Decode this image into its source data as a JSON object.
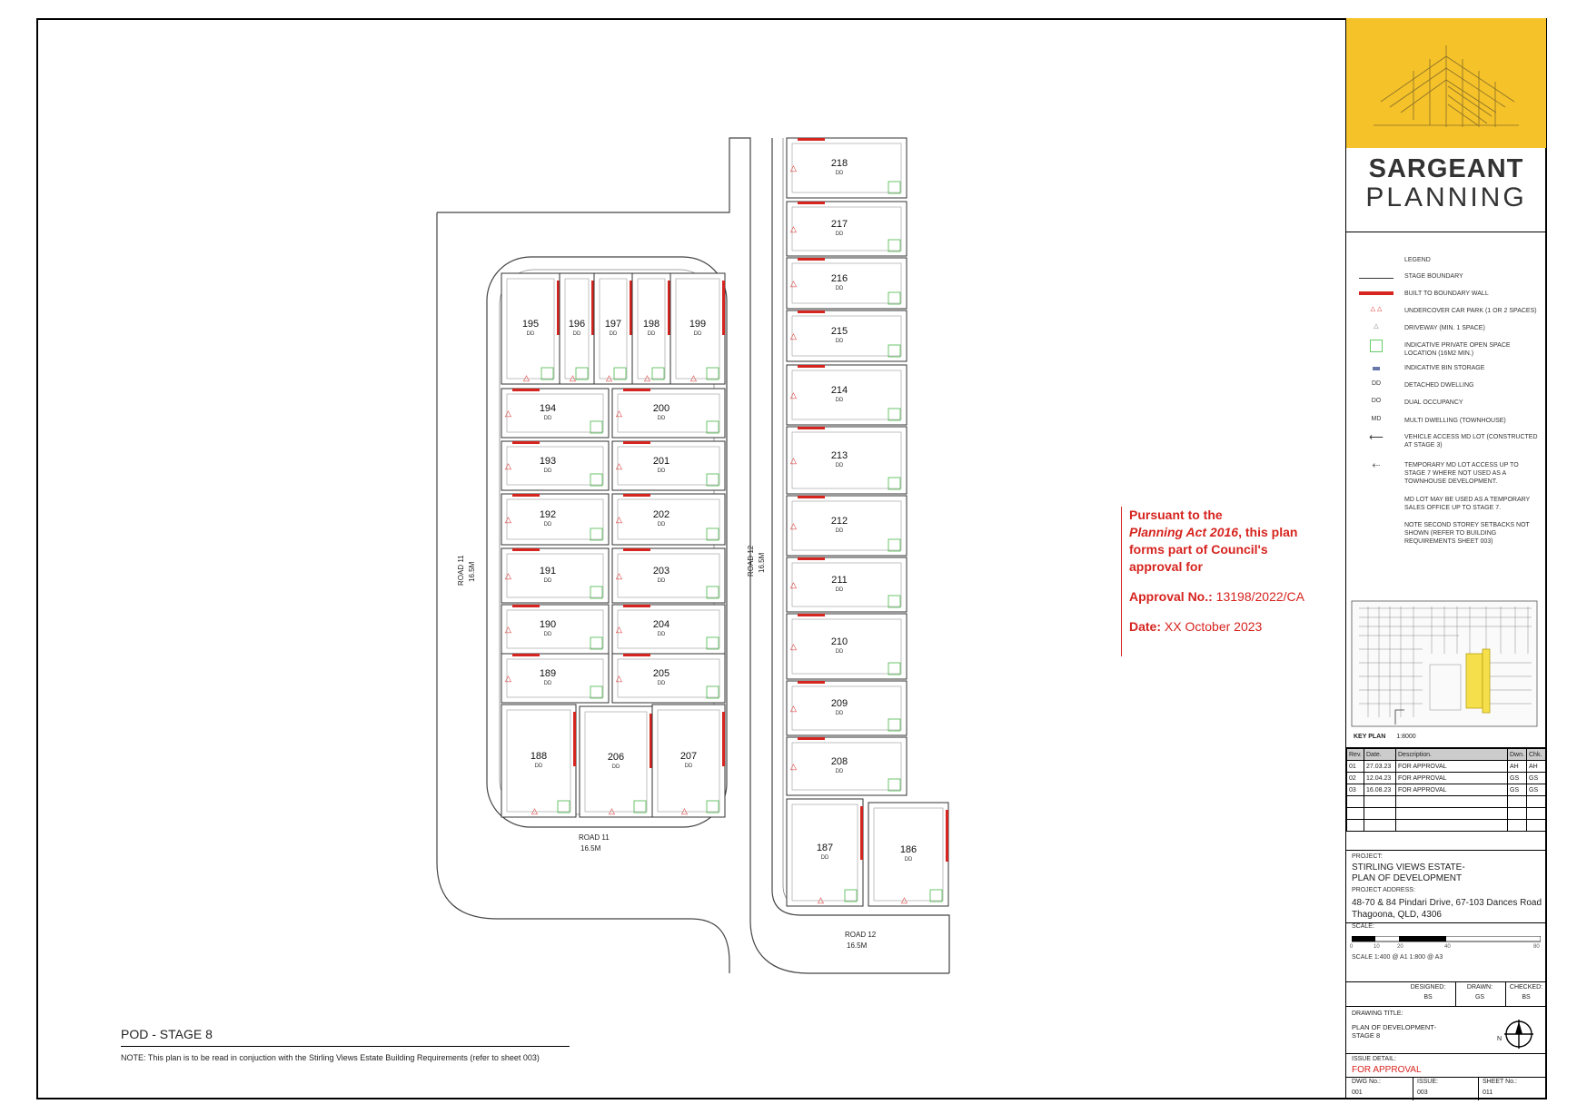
{
  "brand": {
    "line1": "SARGEANT",
    "line2": "PLANNING"
  },
  "legend": {
    "title": "LEGEND",
    "items": [
      "STAGE BOUNDARY",
      "BUILT TO BOUNDARY WALL",
      "UNDERCOVER CAR PARK (1 OR 2 SPACES)",
      "DRIVEWAY (MIN. 1 SPACE)",
      "INDICATIVE PRIVATE OPEN SPACE LOCATION (16M2 MIN.)",
      "INDICATIVE BIN STORAGE",
      "DETACHED DWELLING",
      "DUAL OCCUPANCY",
      "MULTI DWELLING (TOWNHOUSE)",
      "VEHICLE ACCESS MD LOT (CONSTRUCTED AT STAGE 3)",
      "TEMPORARY MD LOT ACCESS UP TO STAGE 7 WHERE NOT USED AS A TOWNHOUSE DEVELOPMENT.",
      "MD LOT MAY BE USED AS A TEMPORARY SALES OFFICE UP TO STAGE 7.",
      "NOTE SECOND STOREY SETBACKS NOT SHOWN (REFER TO BUILDING REQUIREMENTS SHEET 003)"
    ],
    "codes": {
      "dd": "DD",
      "do": "DO",
      "md": "MD"
    }
  },
  "keyplan": {
    "label": "KEY PLAN",
    "scale": "1:8000"
  },
  "revisions": {
    "headers": [
      "Rev.",
      "Date.",
      "Description.",
      "Dwn.",
      "Chk."
    ],
    "rows": [
      [
        "01",
        "27.03.23",
        "FOR APPROVAL",
        "AH",
        "AH"
      ],
      [
        "02",
        "12.04.23",
        "FOR APPROVAL",
        "GS",
        "GS"
      ],
      [
        "03",
        "16.08.23",
        "FOR APPROVAL",
        "GS",
        "GS"
      ]
    ]
  },
  "project": {
    "label": "PROJECT:",
    "name_line1": "STIRLING VIEWS ESTATE-",
    "name_line2": "PLAN OF DEVELOPMENT",
    "address_label": "PROJECT ADDRESS:",
    "address_line1": "48-70 & 84 Pindari Drive, 67-103 Dances Road",
    "address_line2": "Thagoona, QLD, 4306",
    "scale_label": "SCALE:",
    "scale_ticks": [
      "0",
      "10",
      "20",
      "40",
      "80"
    ],
    "scale_text": "SCALE  1:400 @ A1   1:800 @ A3"
  },
  "signoff": {
    "designed_label": "DESIGNED:",
    "designed": "BS",
    "drawn_label": "DRAWN:",
    "drawn": "GS",
    "checked_label": "CHECKED:",
    "checked": "BS"
  },
  "drawing": {
    "title_label": "DRAWING TITLE:",
    "title_line1": "PLAN OF DEVELOPMENT-",
    "title_line2": "STAGE 8",
    "north": "N",
    "issue_label": "ISSUE DETAIL:",
    "issue": "FOR APPROVAL",
    "dwg_label": "DWG No.:",
    "dwg": "001",
    "issue_no_label": "ISSUE:",
    "issue_no": "003",
    "sheet_label": "SHEET No.:",
    "sheet": "011"
  },
  "approval": {
    "line1": "Pursuant to the",
    "act": "Planning Act 2016",
    "line2_suffix": ", this plan",
    "line3": "forms part of Council's",
    "line4": "approval for",
    "approval_label": "Approval No.:",
    "approval_no": "13198/2022/CA",
    "date_label": "Date:",
    "date": "XX October 2023"
  },
  "plan": {
    "pod_title": "POD - STAGE 8",
    "note": "NOTE: This plan is to be read in conjuction with the Stirling Views Estate Building Requirements (refer to sheet 003)",
    "roads": [
      {
        "id": "road11-left",
        "name": "ROAD 11",
        "width": "16.5M"
      },
      {
        "id": "road12-mid",
        "name": "ROAD 12",
        "width": "16.5M"
      },
      {
        "id": "road11-bottom",
        "name": "ROAD 11",
        "width": "16.5M"
      },
      {
        "id": "road12-bottom",
        "name": "ROAD 12",
        "width": "16.5M"
      }
    ],
    "lot_type": "DD",
    "lots": [
      "195",
      "196",
      "197",
      "198",
      "199",
      "194",
      "200",
      "193",
      "201",
      "192",
      "202",
      "191",
      "203",
      "190",
      "204",
      "189",
      "205",
      "188",
      "206",
      "207",
      "218",
      "217",
      "216",
      "215",
      "214",
      "213",
      "212",
      "211",
      "210",
      "209",
      "208",
      "187",
      "186"
    ]
  }
}
